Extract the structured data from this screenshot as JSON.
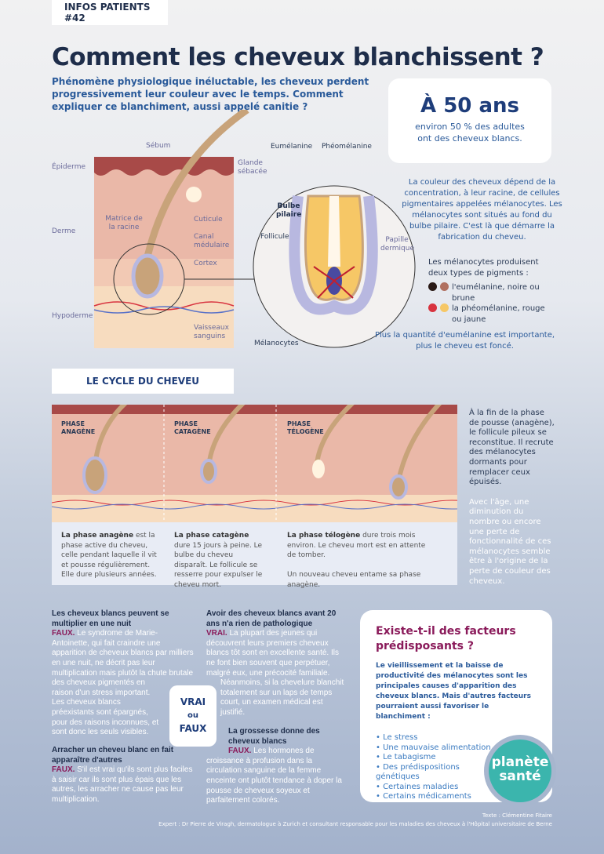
{
  "tag": "INFOS PATIENTS #42",
  "title": "Comment les cheveux blanchissent ?",
  "intro": "Phénomène physiologique inéluctable, les cheveux perdent progressivement leur couleur avec le temps. Comment expliquer ce blanchiment, aussi appelé canitie ?",
  "stat": {
    "big": "À 50 ans",
    "line1": "environ 50 % des adultes",
    "line2": "ont des cheveux blancs."
  },
  "diagram": {
    "layers": [
      "Épiderme",
      "Derme",
      "Hypoderme"
    ],
    "labels": {
      "sebum": "Sébum",
      "glande": "Glande sébacée",
      "matrice": "Matrice de la racine",
      "cuticule": "Cuticule",
      "canal": "Canal médulaire",
      "cortex": "Cortex",
      "vaisseaux": "Vaisseaux sanguins",
      "eumelanine": "Eumélanine",
      "pheomelanine": "Phéomélanine",
      "bulbe": "Bulbe pilaire",
      "follicule": "Follicule",
      "papille": "Papille dermique",
      "melanocytes": "Mélanocytes"
    }
  },
  "explain": {
    "p1": "La couleur des cheveux dépend de la concentration, à leur racine, de cellules pigmentaires appelées mélanocytes. Les mélanocytes sont situés au fond du bulbe pilaire. C'est là que démarre la fabrication du cheveu.",
    "p2": "Les mélanocytes produisent deux types de pigments :",
    "pig1": "l'eumélanine, noire ou brune",
    "pig2": "la phéomélanine, rouge ou jaune",
    "p3": "Plus la quantité d'eumélanine est importante, plus le cheveu est foncé.",
    "colors": {
      "eu1": "#2a1a16",
      "eu2": "#b07060",
      "ph1": "#d8333f",
      "ph2": "#f6c766"
    }
  },
  "cycle": {
    "title": "LE CYCLE DU CHEVEU",
    "phases": [
      {
        "name": "PHASE ANAGÈNE",
        "bold": "La phase anagène",
        "text": " est la phase active du cheveu, celle pendant laquelle il vit et pousse régulièrement. Elle dure plusieurs années."
      },
      {
        "name": "PHASE CATAGÈNE",
        "bold": "La phase catagène",
        "text": " dure 15 jours à peine. Le bulbe du cheveu disparaît. Le follicule se resserre pour expulser le cheveu mort."
      },
      {
        "name": "PHASE TÉLOGÈNE",
        "bold": "La phase télogène",
        "text": " dure trois mois environ. Le cheveu mort est en attente de tomber.",
        "extra": "Un nouveau cheveu entame sa phase anagène."
      }
    ],
    "side1": "À la fin de la phase de pousse (anagène), le follicule pileux se reconstitue. Il recrute des mélanocytes dormants pour remplacer ceux épuisés.",
    "side2": "Avec l'âge, une diminution du nombre ou encore une perte de fonctionnalité de ces mélanocytes semble être à l'origine de la perte de couleur des cheveux."
  },
  "vraifaux": {
    "badge": [
      "VRAI",
      "ou",
      "FAUX"
    ],
    "items": [
      {
        "q": "Les cheveux blancs peuvent se multiplier en une nuit",
        "v": "FAUX.",
        "a": " Le syndrome de Marie-Antoinette, qui fait craindre une apparition de cheveux blancs par milliers en une nuit, ne décrit pas leur multiplication mais plutôt la chute brutale des cheveux pigmentés en raison d'un stress important. Les cheveux blancs préexistants sont épargnés, pour des raisons inconnues, et sont donc les seuls visibles."
      },
      {
        "q": "Arracher un cheveu blanc en fait apparaître d'autres",
        "v": "FAUX.",
        "a": " S'il est vrai qu'ils sont plus faciles à saisir car ils sont plus épais que les autres, les arracher ne cause pas leur multiplication."
      },
      {
        "q": "Avoir des cheveux blancs avant 20 ans n'a rien de pathologique",
        "v": "VRAI.",
        "a": " La plupart des jeunes qui découvrent leurs premiers cheveux blancs tôt sont en excellente santé. Ils ne font bien souvent que perpétuer, malgré eux, une précocité familiale.",
        "a2": "Néanmoins, si la chevelure blanchit totalement sur un laps de temps court, un examen médical est justifié."
      },
      {
        "q": "La grossesse donne des cheveux blancs",
        "v": "FAUX.",
        "a": " Les hormones de croissance à profusion dans la circulation sanguine de la femme enceinte ont plutôt tendance à doper la pousse de cheveux soyeux et parfaitement colorés."
      }
    ]
  },
  "factors": {
    "title": "Existe-t-il des facteurs prédisposants ?",
    "text": "Le vieillissement et la baisse de productivité des mélanocytes sont les principales causes d'apparition des cheveux blancs. Mais d'autres facteurs pourraient aussi favoriser le blanchiment :",
    "items": [
      "Le stress",
      "Une mauvaise alimentation",
      "Le tabagisme",
      "Des prédispositions génétiques",
      "Certaines maladies",
      "Certains médicaments"
    ]
  },
  "logo": [
    "planète",
    "santé"
  ],
  "credits": {
    "text": "Texte : Clémentine Fitaire",
    "expert": "Expert : Dr Pierre de Viragh, dermatologue à Zurich et consultant responsable pour les maladies des cheveux à l'Hôpital universitaire de Berne"
  }
}
